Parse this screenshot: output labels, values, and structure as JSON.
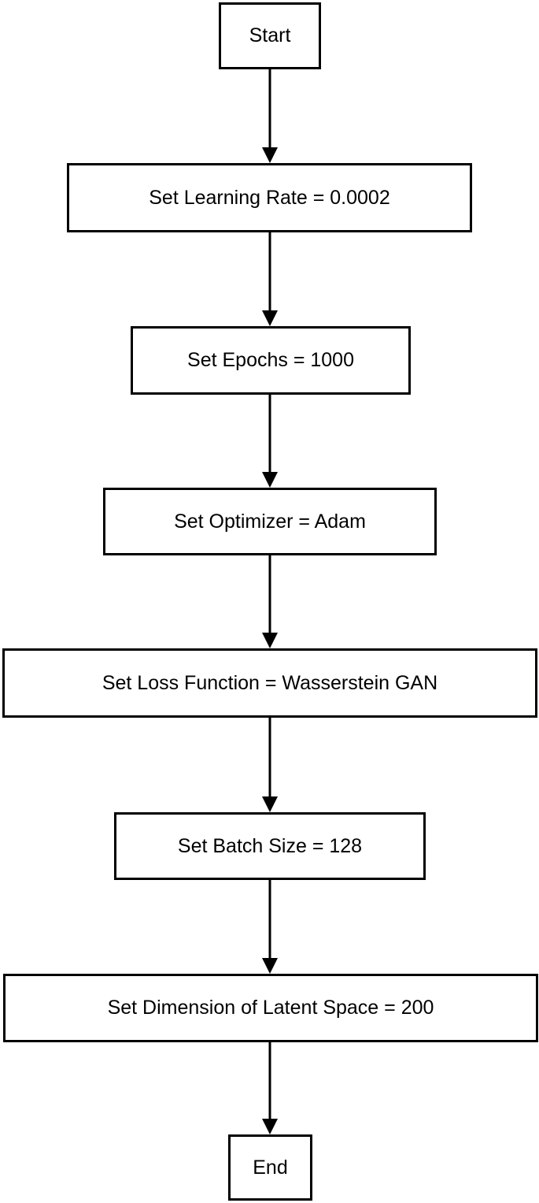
{
  "flowchart": {
    "nodes": [
      {
        "id": "start",
        "label": "Start"
      },
      {
        "id": "learning-rate",
        "label": "Set Learning Rate = 0.0002"
      },
      {
        "id": "epochs",
        "label": "Set Epochs = 1000"
      },
      {
        "id": "optimizer",
        "label": "Set Optimizer = Adam"
      },
      {
        "id": "loss-function",
        "label": "Set Loss Function = Wasserstein GAN"
      },
      {
        "id": "batch-size",
        "label": "Set Batch Size = 128"
      },
      {
        "id": "latent-dimension",
        "label": "Set Dimension of Latent Space = 200"
      },
      {
        "id": "end",
        "label": "End"
      }
    ],
    "edges": [
      {
        "from": "start",
        "to": "learning-rate"
      },
      {
        "from": "learning-rate",
        "to": "epochs"
      },
      {
        "from": "epochs",
        "to": "optimizer"
      },
      {
        "from": "optimizer",
        "to": "loss-function"
      },
      {
        "from": "loss-function",
        "to": "batch-size"
      },
      {
        "from": "batch-size",
        "to": "latent-dimension"
      },
      {
        "from": "latent-dimension",
        "to": "end"
      }
    ],
    "colors": {
      "stroke": "#000000",
      "fill": "#ffffff",
      "text": "#000000"
    }
  }
}
